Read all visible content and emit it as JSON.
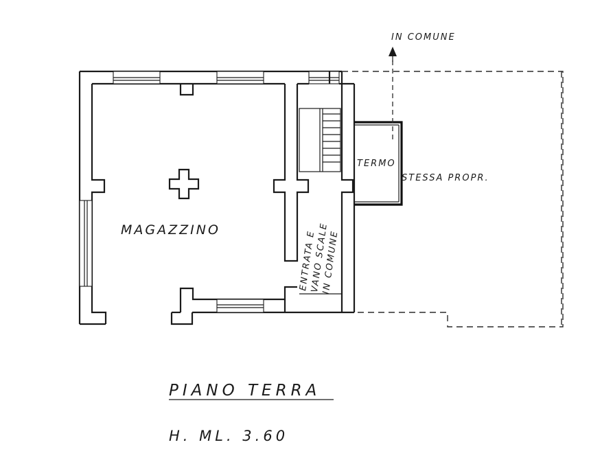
{
  "labels": {
    "room_main": "MAGAZZINO",
    "room_termo": "TERMO",
    "entrance_line1": "ENTRATA E",
    "entrance_line2": "VANO SCALE",
    "entrance_line3": "IN COMUNE",
    "neighbor": "STESSA PROPR.",
    "arrow_label": "IN COMUNE",
    "floor_title": "PIANO TERRA",
    "height_note": "H. ML. 3.60"
  }
}
